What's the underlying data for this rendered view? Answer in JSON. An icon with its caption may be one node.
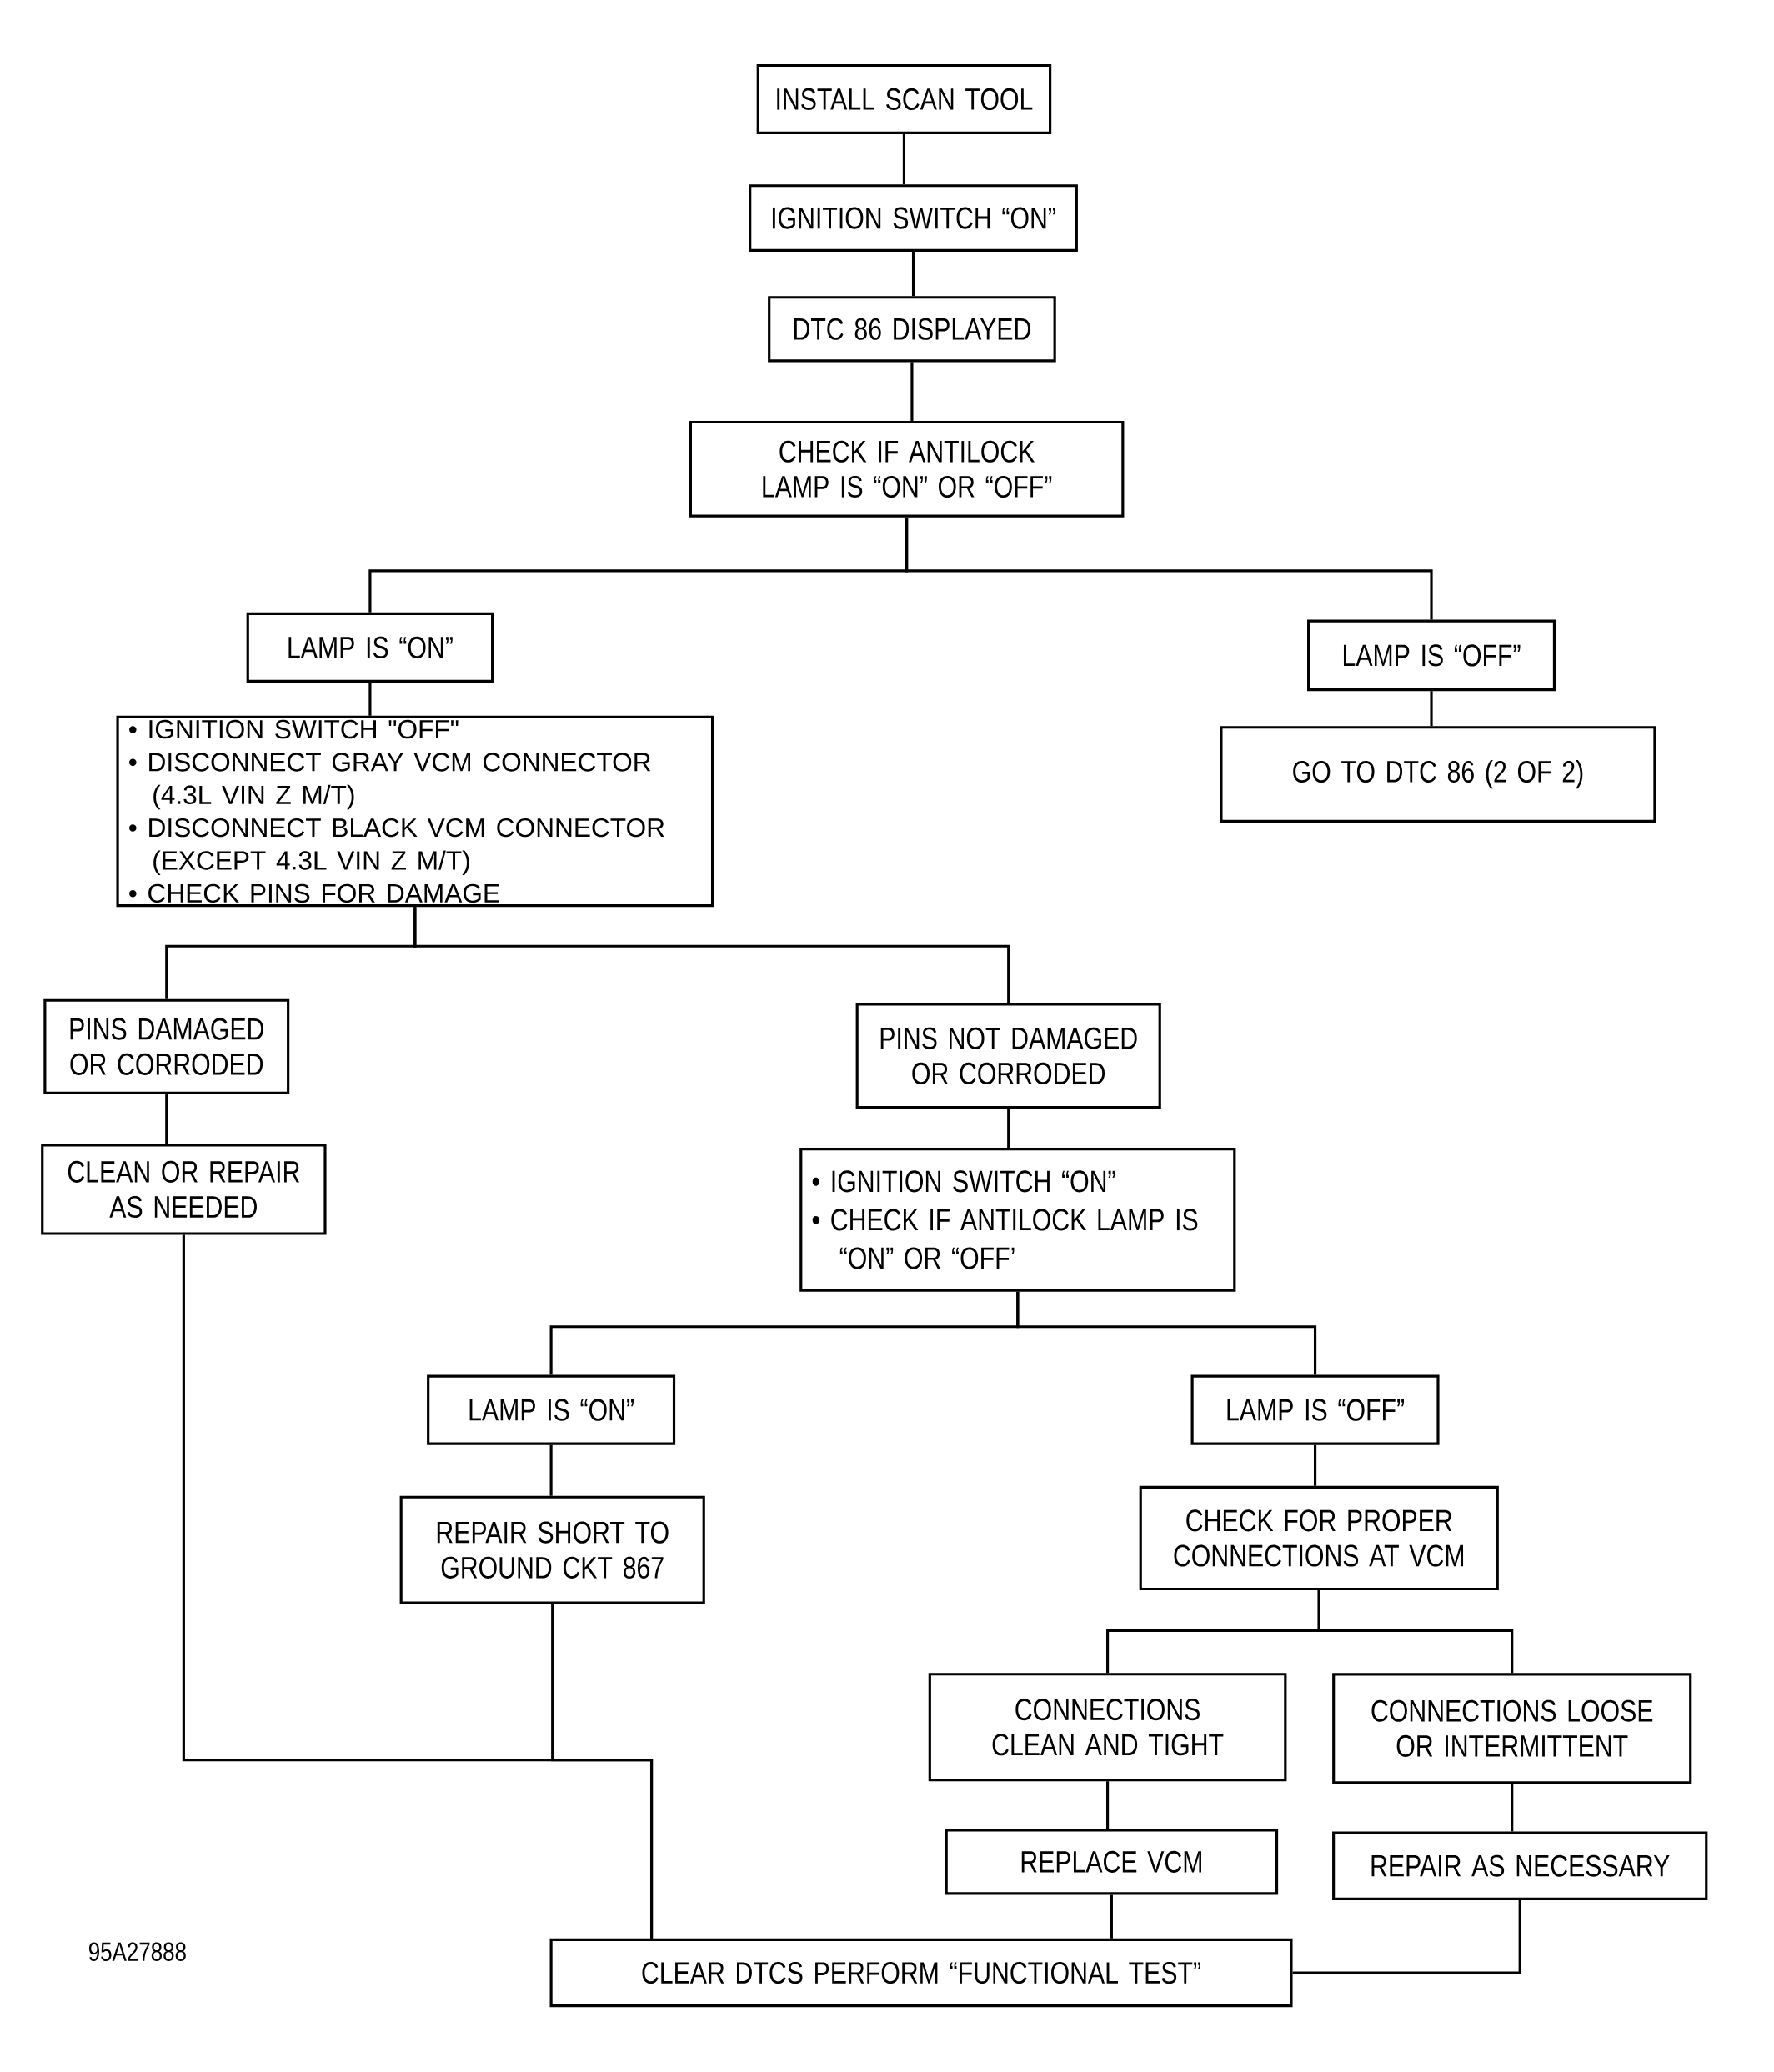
{
  "diagram": {
    "nodes": [
      {
        "text": [
          "INSTALL SCAN TOOL"
        ]
      },
      {
        "text": [
          "IGNITION SWITCH “ON”"
        ]
      },
      {
        "text": [
          "DTC 86 DISPLAYED"
        ]
      },
      {
        "text": [
          "CHECK IF ANTILOCK LAMP IS “ON” OR “OFF”"
        ]
      },
      {
        "text": [
          "LAMP IS “ON”"
        ]
      },
      {
        "text": [
          "LAMP IS “OFF”"
        ]
      },
      {
        "text": [
          "GO TO DTC 86 (2 OF 2)"
        ]
      },
      {
        "text": [
          "• IGNITION SWITCH \"OFF\"",
          "• DISCONNECT GRAY VCM CONNECTOR (4.3L VIN Z M/T)",
          "• DISCONNECT BLACK VCM CONNECTOR (EXCEPT 4.3L VIN Z M/T)",
          "• CHECK PINS FOR DAMAGE"
        ]
      },
      {
        "text": [
          "PINS DAMAGED OR CORRODED"
        ]
      },
      {
        "text": [
          "PINS NOT DAMAGED OR CORRODED"
        ]
      },
      {
        "text": [
          "CLEAN OR REPAIR AS NEEDED"
        ]
      },
      {
        "text": [
          "• IGNITION SWITCH “ON”",
          "• CHECK IF ANTILOCK LAMP IS “ON” OR “OFF’"
        ]
      },
      {
        "text": [
          "LAMP IS “ON”"
        ]
      },
      {
        "text": [
          "LAMP IS “OFF”"
        ]
      },
      {
        "text": [
          "REPAIR SHORT TO GROUND CKT 867"
        ]
      },
      {
        "text": [
          "CHECK FOR PROPER CONNECTIONS AT VCM"
        ]
      },
      {
        "text": [
          "CONNECTIONS CLEAN AND TIGHT"
        ]
      },
      {
        "text": [
          "CONNECTIONS LOOSE OR INTERMITTENT"
        ]
      },
      {
        "text": [
          "REPLACE VCM"
        ]
      },
      {
        "text": [
          "REPAIR AS NECESSARY"
        ]
      },
      {
        "text": [
          "CLEAR DTCS PERFORM “FUNCTIONAL TEST”"
        ]
      }
    ],
    "edges": [
      {
        "from": 0,
        "to": 1,
        "arrow": "none"
      },
      {
        "from": 1,
        "to": 2,
        "arrow": "none"
      },
      {
        "from": 2,
        "to": 3,
        "arrow": "none"
      },
      {
        "from": 3,
        "to": 4,
        "arrow": "none"
      },
      {
        "from": 3,
        "to": 5,
        "arrow": "none"
      },
      {
        "from": 4,
        "to": 7,
        "arrow": "none"
      },
      {
        "from": 5,
        "to": 6,
        "arrow": "none"
      },
      {
        "from": 7,
        "to": 8,
        "arrow": "none"
      },
      {
        "from": 7,
        "to": 9,
        "arrow": "none"
      },
      {
        "from": 8,
        "to": 10,
        "arrow": "none"
      },
      {
        "from": 9,
        "to": 11,
        "arrow": "none"
      },
      {
        "from": 11,
        "to": 12,
        "arrow": "none"
      },
      {
        "from": 11,
        "to": 13,
        "arrow": "none"
      },
      {
        "from": 12,
        "to": 14,
        "arrow": "none"
      },
      {
        "from": 13,
        "to": 15,
        "arrow": "none"
      },
      {
        "from": 15,
        "to": 16,
        "arrow": "none"
      },
      {
        "from": 15,
        "to": 17,
        "arrow": "none"
      },
      {
        "from": 16,
        "to": 18,
        "arrow": "none"
      },
      {
        "from": 17,
        "to": 19,
        "arrow": "none"
      },
      {
        "from": 10,
        "to": 20,
        "arrow": "none"
      },
      {
        "from": 14,
        "to": 20,
        "arrow": "none"
      },
      {
        "from": 18,
        "to": 20,
        "arrow": "none"
      },
      {
        "from": 19,
        "to": 20,
        "arrow": "none"
      }
    ],
    "labels": [
      "95A27888"
    ]
  }
}
